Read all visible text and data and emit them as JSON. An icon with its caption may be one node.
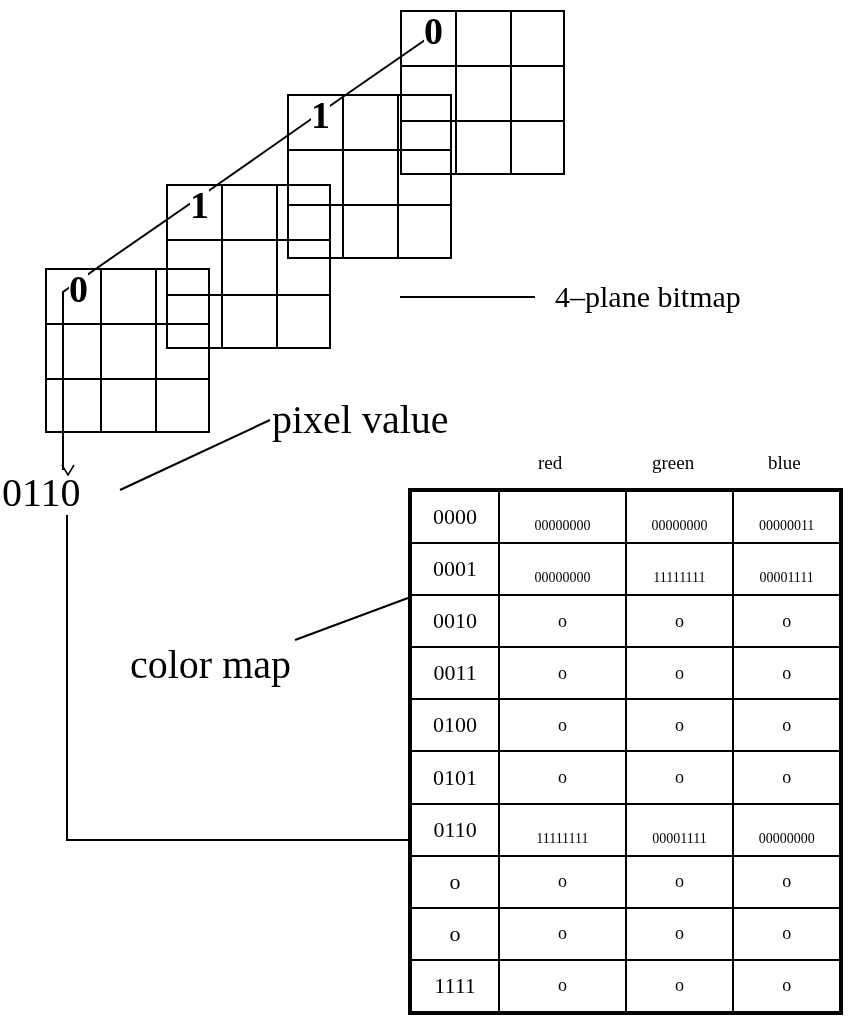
{
  "diagram": {
    "nodes": [
      {
        "text": [
          "0"
        ]
      },
      {
        "text": [
          "1"
        ]
      },
      {
        "text": [
          "1"
        ]
      },
      {
        "text": [
          "0"
        ]
      },
      {
        "text": [
          "0110"
        ]
      },
      {
        "text": [
          "pixel value"
        ]
      },
      {
        "text": [
          "4–plane bitmap"
        ]
      },
      {
        "text": [
          "color map"
        ]
      },
      {
        "text": [],
        "shape": "box"
      }
    ],
    "edges": [
      {
        "from": 0,
        "to": 1,
        "arrow": "none"
      },
      {
        "from": 1,
        "to": 2,
        "arrow": "none"
      },
      {
        "from": 2,
        "to": 3,
        "arrow": "none"
      },
      {
        "from": 3,
        "to": 4,
        "arrow": "to"
      },
      {
        "from": 5,
        "to": 4,
        "arrow": "none"
      },
      {
        "from": 6,
        "to": null,
        "arrow": "none"
      },
      {
        "from": 7,
        "to": 8,
        "arrow": "none"
      },
      {
        "from": 4,
        "to": 8,
        "arrow": "none"
      }
    ],
    "labels": [
      "red",
      "green",
      "blue",
      "0000",
      "00000000",
      "00000000",
      "00000011",
      "0001",
      "00000000",
      "11111111",
      "00001111",
      "0010",
      "o",
      "o",
      "o",
      "0011",
      "o",
      "o",
      "o",
      "0100",
      "o",
      "o",
      "o",
      "0101",
      "o",
      "o",
      "o",
      "0110",
      "11111111",
      "00001111",
      "00000000",
      "o",
      "o",
      "o",
      "o",
      "o",
      "o",
      "o",
      "o",
      "1111",
      "o",
      "o",
      "o"
    ]
  }
}
